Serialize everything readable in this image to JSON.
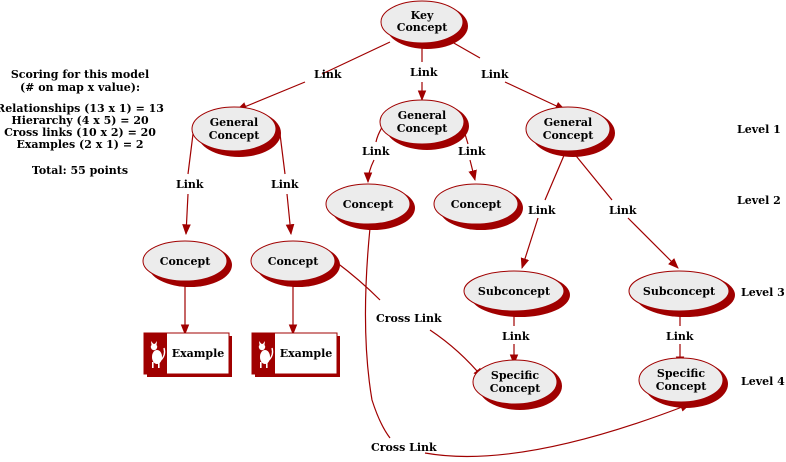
{
  "colors": {
    "accent": "#a00000",
    "node_fill": "#ececec",
    "background": "#ffffff"
  },
  "nodes": {
    "key": [
      "Key",
      "Concept"
    ],
    "gen_left": [
      "General",
      "Concept"
    ],
    "gen_mid": [
      "General",
      "Concept"
    ],
    "gen_right": [
      "General",
      "Concept"
    ],
    "concept_a": "Concept",
    "concept_b": "Concept",
    "concept_c": "Concept",
    "concept_d": "Concept",
    "sub_left": "Subconcept",
    "sub_right": "Subconcept",
    "spec_left": [
      "Specific",
      "Concept"
    ],
    "spec_right": [
      "Specific",
      "Concept"
    ],
    "example_1": "Example",
    "example_2": "Example"
  },
  "edge_labels": {
    "link": "Link",
    "cross_link": "Cross Link"
  },
  "levels": [
    "Level 1",
    "Level 2",
    "Level 3",
    "Level 4"
  ],
  "scoring": {
    "title": [
      "Scoring for this model",
      "(# on map x value):"
    ],
    "lines": [
      "Relationships (13 x 1) = 13",
      "Hierarchy (4 x 5) = 20",
      "Cross links (10 x 2) = 20",
      "Examples (2 x 1) = 2"
    ],
    "total": "Total: 55 points"
  }
}
